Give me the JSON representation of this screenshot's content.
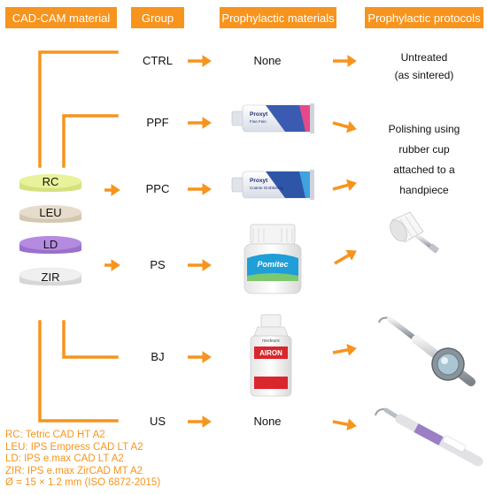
{
  "headers": {
    "material": "CAD-CAM material",
    "group": "Group",
    "prophylactic_materials": "Prophylactic materials",
    "prophylactic_protocols": "Prophylactic protocols"
  },
  "groups": [
    "CTRL",
    "PPF",
    "PPC",
    "PS",
    "BJ",
    "US"
  ],
  "materials": [
    "RC",
    "LEU",
    "LD",
    "ZIR"
  ],
  "prophylactic_materials": {
    "ctrl": "None",
    "us": "None",
    "ppf_brand": "Proxyt",
    "ppf_type": "Fine Fein",
    "ppc_brand": "Proxyt",
    "ppc_type": "Coarse Grobkörnig",
    "ps_brand": "Pomitec",
    "bj_brand": "medeure",
    "bj_product": "AIRON"
  },
  "protocols": {
    "untreated": [
      "Untreated",
      "(as sintered)"
    ],
    "polishing": [
      "Polishing using",
      "rubber cup",
      "attached to a",
      "handpiece"
    ]
  },
  "legend": [
    "RC: Tetric CAD HT A2",
    "LEU: IPS Empress CAD LT A2",
    "LD: IPS e.max CAD LT A2",
    "ZIR: IPS e.max ZirCAD MT A2",
    "Ø = 15 × 1.2 mm (ISO 6872-2015)"
  ],
  "colors": {
    "accent": "#f7941d",
    "rc_disk": "#e8f29a",
    "leu_disk": "#e7dccb",
    "ld_disk": "#b48be0",
    "zir_disk": "#ececec"
  }
}
